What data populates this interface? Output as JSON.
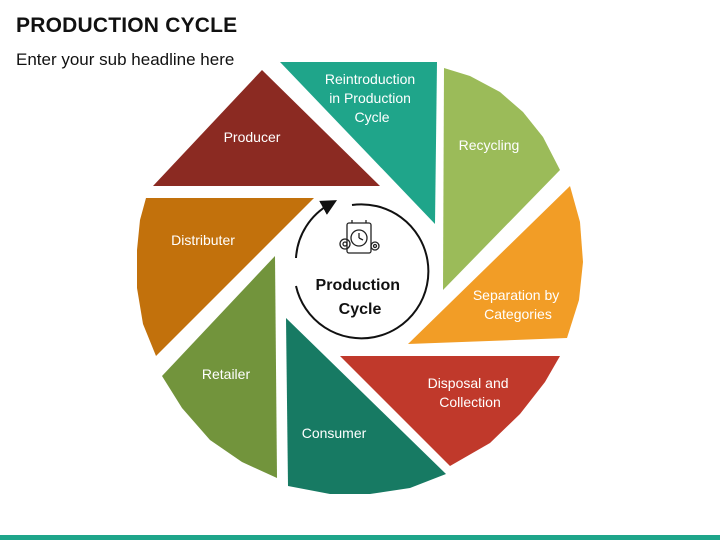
{
  "header": {
    "title": "PRODUCTION CYCLE",
    "subtitle": "Enter your sub headline here"
  },
  "center": {
    "label_line1": "Production",
    "label_line2": "Cycle",
    "icon": "gears-clock-icon"
  },
  "segments": [
    {
      "id": "reintroduction",
      "lines": [
        "Reintroduction",
        "in Production",
        "Cycle"
      ],
      "color": "#1fa58a"
    },
    {
      "id": "recycling",
      "lines": [
        "Recycling"
      ],
      "color": "#9bbb59"
    },
    {
      "id": "separation",
      "lines": [
        "Separation by",
        "Categories"
      ],
      "color": "#f29d26"
    },
    {
      "id": "disposal",
      "lines": [
        "Disposal and",
        "Collection"
      ],
      "color": "#c0392b"
    },
    {
      "id": "consumer",
      "lines": [
        "Consumer"
      ],
      "color": "#177a63"
    },
    {
      "id": "retailer",
      "lines": [
        "Retailer"
      ],
      "color": "#72943c"
    },
    {
      "id": "distributer",
      "lines": [
        "Distributer"
      ],
      "color": "#c2710c"
    },
    {
      "id": "producer",
      "lines": [
        "Producer"
      ],
      "color": "#8b2a22"
    }
  ],
  "colors": {
    "accent_bar": "#1ea58a",
    "center_ring": "#111111"
  }
}
